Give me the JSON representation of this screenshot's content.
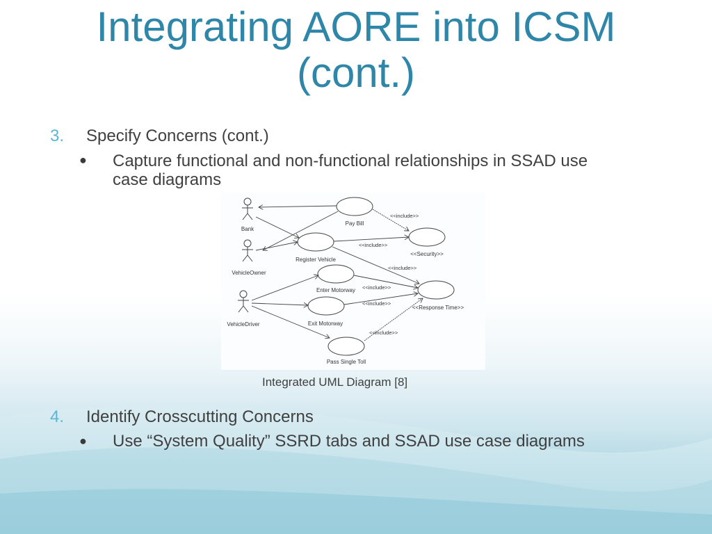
{
  "slide": {
    "title_line1": "Integrating AORE into ICSM",
    "title_line2": "(cont.)",
    "item3": {
      "number": "3.",
      "text": "Specify Concerns (cont.)",
      "bullet_symbol": "●",
      "bullet_line1": "Capture functional and non-functional relationships in SSAD use",
      "bullet_line2": "case diagrams"
    },
    "caption": "Integrated UML Diagram [8]",
    "item4": {
      "number": "4.",
      "text": "Identify Crosscutting Concerns",
      "bullet_symbol": "●",
      "bullet": "Use “System Quality” SSRD tabs and SSAD use case diagrams"
    }
  },
  "diagram": {
    "actors": {
      "bank": "Bank",
      "owner": "VehicleOwner",
      "driver": "VehicleDriver"
    },
    "use_cases": {
      "pay_bill": "Pay Bill",
      "register_vehicle": "Register Vehicle",
      "enter_motorway": "Enter Motorway",
      "exit_motorway": "Exit Motorway",
      "pass_single_toll": "Pass Single Toll",
      "security": "<<Security>>",
      "response_time": "<<Response Time>>"
    },
    "include_label": "<<include>>"
  },
  "colors": {
    "title": "#2e86a8",
    "number": "#5bb6d6",
    "text": "#404040"
  }
}
